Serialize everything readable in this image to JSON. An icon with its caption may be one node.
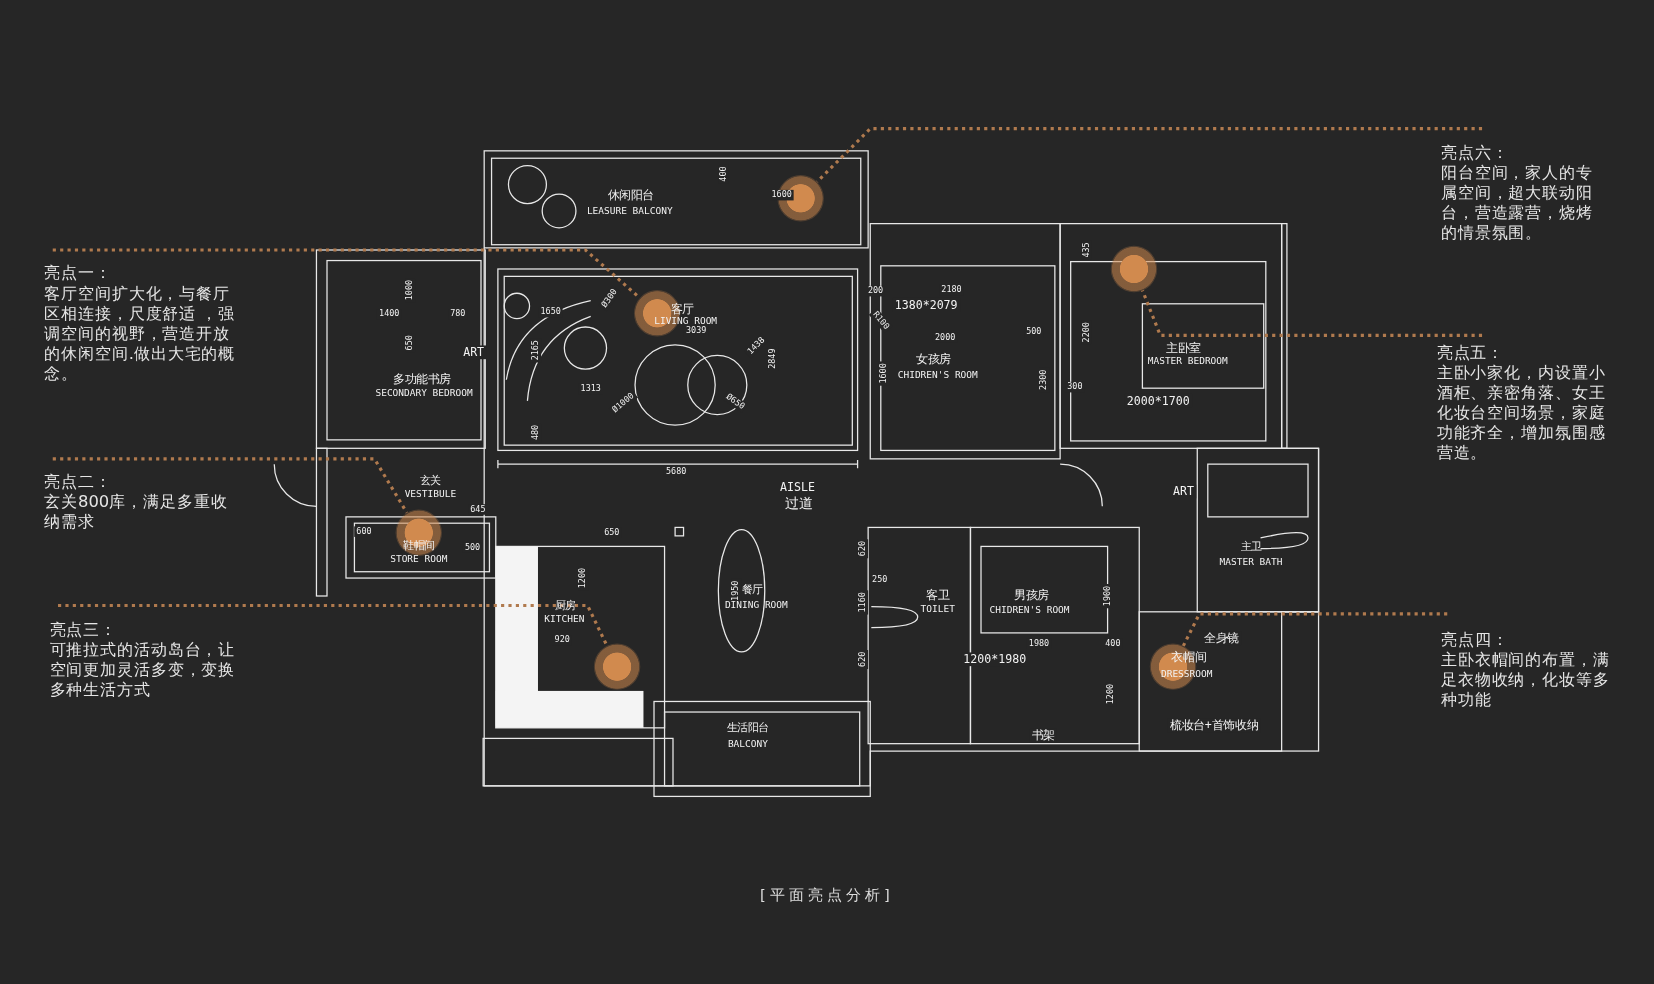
{
  "diagram": {
    "caption": "[平面亮点分析]",
    "nodes": [
      {
        "text": [
          "亮点一：",
          "客厅空间扩大化，与餐厅区相连接，尺度舒适 ，强调空间的视野，营造开放的休闲空间.做出大宅的概念。"
        ]
      },
      {
        "text": [
          "亮点二：",
          "玄关800库，满足多重收纳需求"
        ]
      },
      {
        "text": [
          "亮点三：",
          "可推拉式的活动岛台，让空间更加灵活多变，变换多种生活方式"
        ]
      },
      {
        "text": [
          "亮点六：",
          "阳台空间，家人的专属空间，超大联动阳台，营造露营，烧烤的情景氛围。"
        ]
      },
      {
        "text": [
          "亮点五：",
          "主卧小家化，内设置小酒柜、亲密角落、女王化妆台空间场景，家庭功能齐全，增加氛围感营造。"
        ]
      },
      {
        "text": [
          "亮点四：",
          "主卧衣帽间的布置，满足衣物收纳，化妆等多种功能"
        ]
      },
      {
        "text": [],
        "shape": "circle"
      },
      {
        "text": [],
        "shape": "circle"
      },
      {
        "text": [],
        "shape": "circle"
      },
      {
        "text": [],
        "shape": "circle"
      },
      {
        "text": [],
        "shape": "circle"
      },
      {
        "text": [],
        "shape": "circle"
      }
    ],
    "edges": [
      {
        "from": 0,
        "to": 8,
        "arrow": "none"
      },
      {
        "from": 1,
        "to": 6,
        "arrow": "none"
      },
      {
        "from": 2,
        "to": 7,
        "arrow": "none"
      },
      {
        "from": 3,
        "to": 9,
        "arrow": "none"
      },
      {
        "from": 4,
        "to": 10,
        "arrow": "none"
      },
      {
        "from": 5,
        "to": 11,
        "arrow": "none"
      }
    ],
    "labels": [
      "休闲阳台",
      "LEASURE BALCONY",
      "400",
      "1600",
      "多功能书房",
      "SECONDARY BEDROOM",
      "1000",
      "1400",
      "780",
      "650",
      "ART",
      "客厅",
      "LIVING ROOM",
      "Ø300",
      "1650",
      "3039",
      "2165",
      "1438",
      "2849",
      "1313",
      "Ø1000",
      "Ø650",
      "480",
      "5680",
      "200",
      "2180",
      "1380*2079",
      "R100",
      "2000",
      "500",
      "女孩房",
      "CHIDREN'S ROOM",
      "1600",
      "2300",
      "435",
      "2200",
      "主卧室",
      "MASTER BEDROOM",
      "300",
      "2000*1700",
      "玄关",
      "VESTIBULE",
      "AISLE",
      "过道",
      "645",
      "600",
      "鞋帽间",
      "500",
      "STORE ROOM",
      "650",
      "1200",
      "厨房",
      "KITCHEN",
      "920",
      "1950",
      "餐厅",
      "DINING ROOM",
      "生活阳台",
      "BALCONY",
      "客卫",
      "TOILET",
      "620",
      "250",
      "1160",
      "620",
      "男孩房",
      "CHIDREN'S ROOM",
      "1900",
      "1980",
      "400",
      "1200*1980",
      "1200",
      "书架",
      "ART",
      "主卫",
      "MASTER BATH",
      "全身镜",
      "衣帽间",
      "DRESSROOM",
      "梳妆台+首饰收纳"
    ]
  }
}
